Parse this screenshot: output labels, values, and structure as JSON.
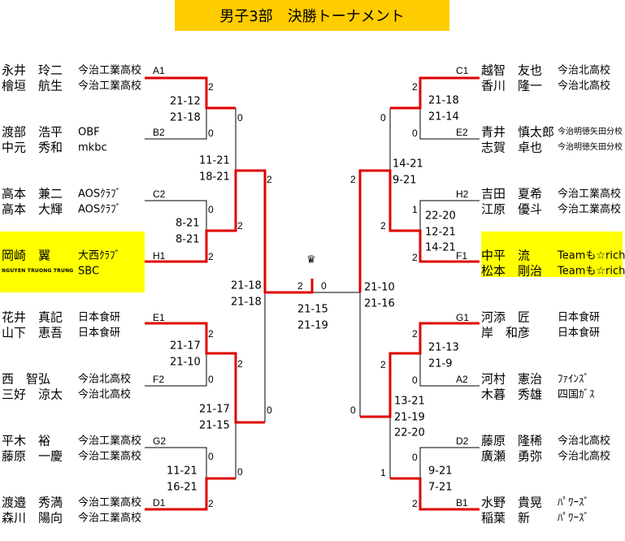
{
  "title": "男子3部　決勝トーナメント",
  "colors": {
    "title_bg": "#ffcc00",
    "highlight": "#ffff00",
    "winner_line": "#e00000"
  },
  "crown_icon": "♛",
  "left": [
    {
      "seed": "A1",
      "players": [
        "永井　玲二",
        "檜垣　航生"
      ],
      "clubs": [
        "今治工業高校",
        "今治工業高校"
      ]
    },
    {
      "seed": "B2",
      "players": [
        "渡部　浩平",
        "中元　秀和"
      ],
      "clubs": [
        "OBF",
        "mkbc"
      ]
    },
    {
      "seed": "C2",
      "players": [
        "高本　兼二",
        "高本　大輝"
      ],
      "clubs": [
        "AOSｸﾗﾌﾞ",
        "AOSｸﾗﾌﾞ"
      ]
    },
    {
      "seed": "H1",
      "players": [
        "岡崎　翼",
        "NGUYEN TRUONG TRUNG"
      ],
      "clubs": [
        "大西ｸﾗﾌﾞ",
        "SBC"
      ]
    },
    {
      "seed": "E1",
      "players": [
        "花井　真記",
        "山下　恵吾"
      ],
      "clubs": [
        "日本食研",
        "日本食研"
      ]
    },
    {
      "seed": "F2",
      "players": [
        "西　智弘",
        "三好　涼太"
      ],
      "clubs": [
        "今治北高校",
        "今治北高校"
      ]
    },
    {
      "seed": "G2",
      "players": [
        "平木　裕",
        "藤原　一慶"
      ],
      "clubs": [
        "今治工業高校",
        "今治工業高校"
      ]
    },
    {
      "seed": "D1",
      "players": [
        "渡邉　秀満",
        "森川　陽向"
      ],
      "clubs": [
        "今治工業高校",
        "今治工業高校"
      ]
    }
  ],
  "right": [
    {
      "seed": "C1",
      "players": [
        "越智　友也",
        "香川　隆一"
      ],
      "clubs": [
        "今治北高校",
        "今治北高校"
      ]
    },
    {
      "seed": "E2",
      "players": [
        "青井　慎太郎",
        "志賀　卓也"
      ],
      "clubs": [
        "今治明徳矢田分校",
        "今治明徳矢田分校"
      ]
    },
    {
      "seed": "H2",
      "players": [
        "吉田　夏希",
        "江原　優斗"
      ],
      "clubs": [
        "今治工業高校",
        "今治工業高校"
      ]
    },
    {
      "seed": "F1",
      "players": [
        "中平　流",
        "松本　剛治"
      ],
      "clubs": [
        "Teamも☆rich",
        "Teamも☆rich"
      ]
    },
    {
      "seed": "G1",
      "players": [
        "河添　匠",
        "岸　和彦"
      ],
      "clubs": [
        "日本食研",
        "日本食研"
      ]
    },
    {
      "seed": "A2",
      "players": [
        "河村　憲治",
        "木暮　秀雄"
      ],
      "clubs": [
        "ﾌｧｲﾝｽﾞ",
        "四国ｶﾞｽ"
      ]
    },
    {
      "seed": "D2",
      "players": [
        "藤原　隆稀",
        "廣瀬　勇弥"
      ],
      "clubs": [
        "今治北高校",
        "今治北高校"
      ]
    },
    {
      "seed": "B1",
      "players": [
        "水野　貴晃",
        "稲葉　新"
      ],
      "clubs": [
        "ﾊﾟﾜｰｽﾞ",
        "ﾊﾟﾜｰｽﾞ"
      ]
    }
  ],
  "matches": {
    "left_r1": [
      {
        "wins": [
          "2",
          "0"
        ],
        "scores": [
          "21-12",
          "21-18"
        ]
      },
      {
        "wins": [
          "0",
          "2"
        ],
        "scores": [
          "8-21",
          "8-21"
        ]
      },
      {
        "wins": [
          "2",
          "0"
        ],
        "scores": [
          "21-17",
          "21-10"
        ]
      },
      {
        "wins": [
          "0",
          "2"
        ],
        "scores": [
          "11-21",
          "16-21"
        ]
      }
    ],
    "left_r2": [
      {
        "wins": [
          "0",
          "2"
        ],
        "scores": [
          "11-21",
          "18-21"
        ]
      },
      {
        "wins": [
          "2",
          "0"
        ],
        "scores": [
          "21-17",
          "21-15"
        ]
      }
    ],
    "left_semi": {
      "wins": [
        "2",
        "0"
      ],
      "scores": [
        "21-18",
        "21-18"
      ]
    },
    "final": {
      "wins": [
        "2",
        "0"
      ],
      "scores": [
        "21-15",
        "21-19"
      ]
    },
    "right_semi": {
      "wins": [
        "2",
        "0"
      ],
      "scores": [
        "21-10",
        "21-16"
      ]
    },
    "right_r2": [
      {
        "wins": [
          "0",
          "2"
        ],
        "scores": [
          "14-21",
          "9-21"
        ]
      },
      {
        "wins": [
          "2",
          "1"
        ],
        "scores": [
          "13-21",
          "21-19",
          "22-20"
        ]
      }
    ],
    "right_r1": [
      {
        "wins": [
          "2",
          "0"
        ],
        "scores": [
          "21-18",
          "21-14"
        ]
      },
      {
        "wins": [
          "1",
          "2"
        ],
        "scores": [
          "22-20",
          "12-21",
          "14-21"
        ]
      },
      {
        "wins": [
          "2",
          "0"
        ],
        "scores": [
          "21-13",
          "21-9"
        ]
      },
      {
        "wins": [
          "0",
          "2"
        ],
        "scores": [
          "9-21",
          "7-21"
        ]
      }
    ]
  }
}
